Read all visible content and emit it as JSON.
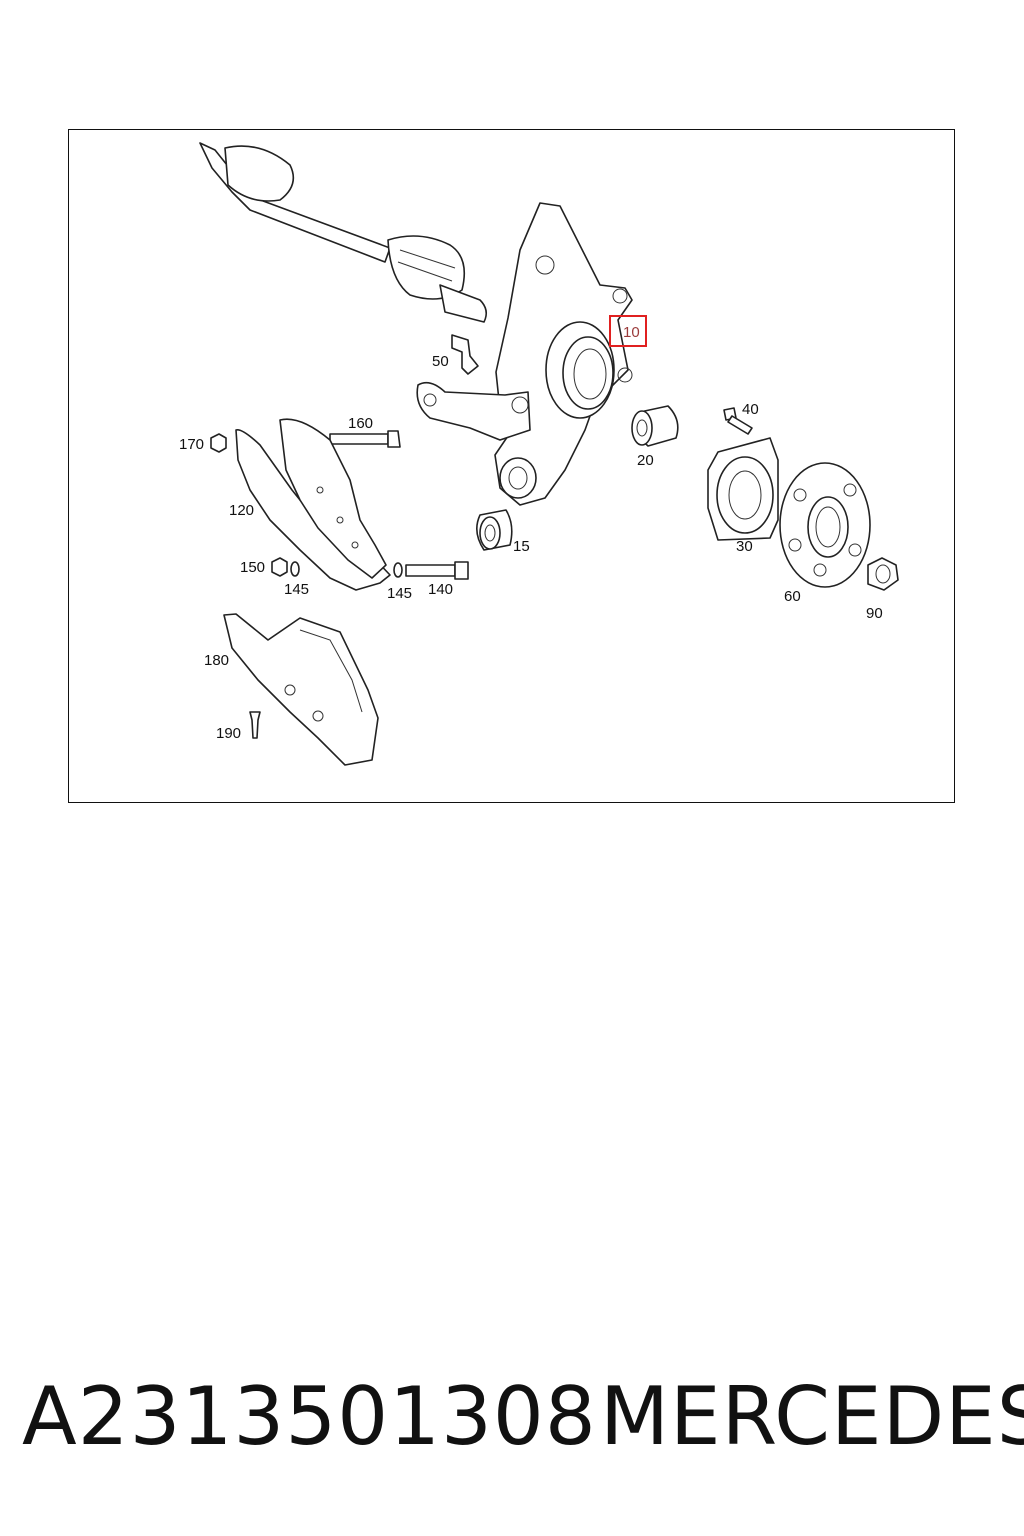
{
  "diagram": {
    "callouts": {
      "c10": "10",
      "c15": "15",
      "c20": "20",
      "c30": "30",
      "c40": "40",
      "c50": "50",
      "c60": "60",
      "c90": "90",
      "c120": "120",
      "c140": "140",
      "c145a": "145",
      "c145b": "145",
      "c150": "150",
      "c160": "160",
      "c170": "170",
      "c180": "180",
      "c190": "190"
    },
    "highlight_color": "#e02020"
  },
  "footer": {
    "part_number": "A2313501308",
    "brand": "MERCEDES"
  }
}
